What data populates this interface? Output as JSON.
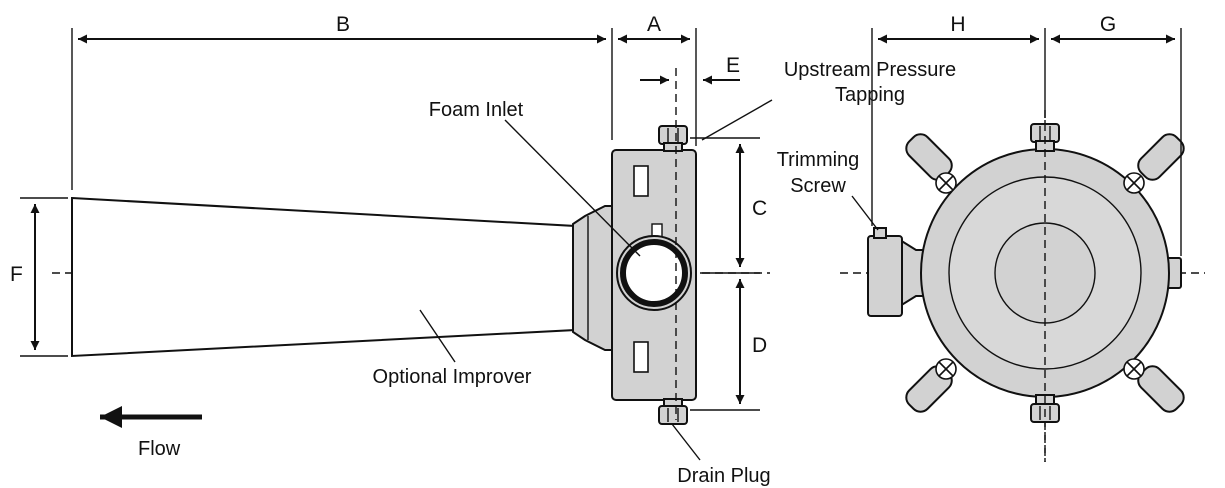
{
  "labels": {
    "dim_b": "B",
    "dim_a": "A",
    "dim_e": "E",
    "dim_c": "C",
    "dim_d": "D",
    "dim_f": "F",
    "dim_h": "H",
    "dim_g": "G",
    "upstream_line1": "Upstream Pressure",
    "upstream_line2": "Tapping",
    "foam_inlet": "Foam Inlet",
    "trimming_line1": "Trimming",
    "trimming_line2": "Screw",
    "optional_improver": "Optional Improver",
    "flow": "Flow",
    "drain_plug": "Drain Plug"
  }
}
